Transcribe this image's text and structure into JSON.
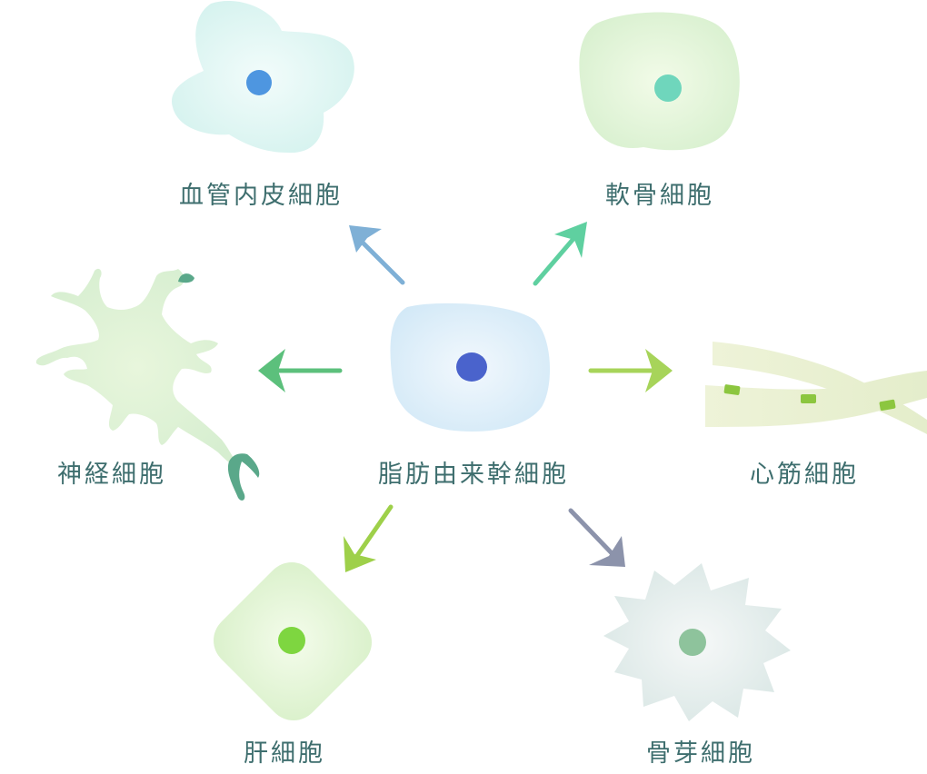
{
  "center": {
    "label": "脂肪由来幹細胞"
  },
  "cells": {
    "endothelial": {
      "label": "血管内皮細胞"
    },
    "cartilage": {
      "label": "軟骨細胞"
    },
    "nerve": {
      "label": "神経細胞"
    },
    "cardiac": {
      "label": "心筋細胞"
    },
    "liver": {
      "label": "肝細胞"
    },
    "bud": {
      "label": "骨芽細胞"
    }
  },
  "colors": {
    "label_text": "#3e6e6e",
    "stem_nucleus": "#4a63cc",
    "endothelial_nucleus": "#4e96e0",
    "cartilage_nucleus": "#6fd6bc",
    "liver_nucleus": "#7ed640",
    "bud_nucleus": "#8ec39c",
    "cardiac_marker": "#8cc63f"
  }
}
